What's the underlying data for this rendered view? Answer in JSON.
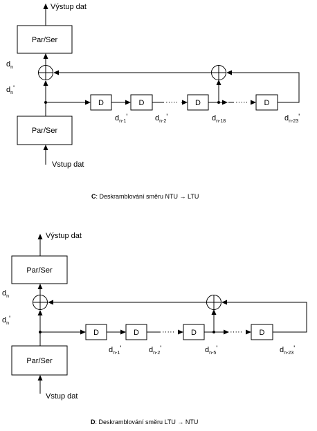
{
  "diagrams": [
    {
      "output_label": "Výstup dat",
      "input_label": "Vstup dat",
      "top_block": "Par/Ser",
      "bottom_block": "Par/Ser",
      "signal_dn": "d",
      "signal_dn_sub": "n",
      "signal_dn_prime": "d",
      "signal_dn_prime_sub": "n",
      "signal_dn_prime_mark": "'",
      "delay_label": "D",
      "ellipsis": "·····",
      "taps": [
        {
          "base": "d",
          "sub": "n-1",
          "mark": "'"
        },
        {
          "base": "d",
          "sub": "n-2",
          "mark": "'"
        },
        {
          "base": "d",
          "sub": "n-18",
          "mark": ""
        },
        {
          "base": "d",
          "sub": "n-23",
          "mark": "'"
        }
      ],
      "caption_letter": "C",
      "caption_text": ": Deskramblování směru NTU → LTU"
    },
    {
      "output_label": "Výstup dat",
      "input_label": "Vstup dat",
      "top_block": "Par/Ser",
      "bottom_block": "Par/Ser",
      "signal_dn": "d",
      "signal_dn_sub": "n",
      "signal_dn_prime": "d",
      "signal_dn_prime_sub": "n",
      "signal_dn_prime_mark": "'",
      "delay_label": "D",
      "ellipsis": "·····",
      "taps": [
        {
          "base": "d",
          "sub": "n-1",
          "mark": "'"
        },
        {
          "base": "d",
          "sub": "n-2",
          "mark": "'"
        },
        {
          "base": "d",
          "sub": "n-5",
          "mark": "'"
        },
        {
          "base": "d",
          "sub": "n-23",
          "mark": "'"
        }
      ],
      "caption_letter": "D",
      "caption_text": ": Deskramblování směru LTU → NTU"
    }
  ]
}
